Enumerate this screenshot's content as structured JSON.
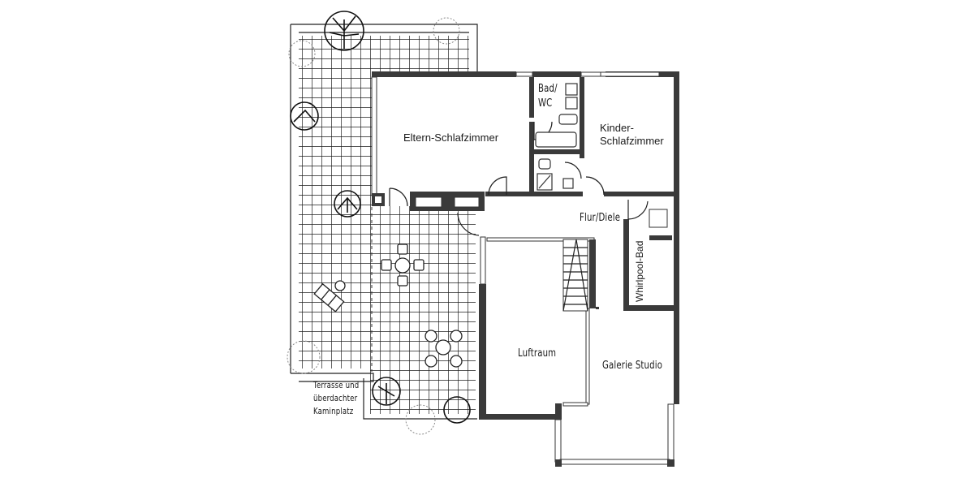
{
  "floorplan": {
    "rooms": {
      "eltern": "Eltern-Schlafzimmer",
      "bad_line1": "Bad/",
      "bad_line2": "WC",
      "kinder_line1": "Kinder-",
      "kinder_line2": "Schlafzimmer",
      "flur": "Flur/Diele",
      "whirlpool": "Whirlpool-Bad",
      "luftraum": "Luftraum",
      "galerie": "Galerie Studio"
    },
    "terrace": {
      "line1": "Terrasse und",
      "line2": "überdachter",
      "line3": "Kaminplatz"
    },
    "colors": {
      "wall": "#3a3a3a",
      "line": "#222222",
      "background": "#ffffff"
    }
  }
}
